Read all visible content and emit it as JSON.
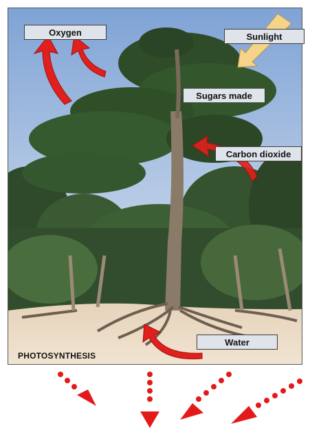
{
  "labels": {
    "oxygen": "Oxygen",
    "sunlight": "Sunlight",
    "sugars": "Sugars made",
    "co2": "Carbon dioxide",
    "water": "Water"
  },
  "caption": "PHOTOSYNTHESIS",
  "colors": {
    "arrow_red": "#e0201c",
    "sun_arrow": "#f5d48a",
    "label_bg": "#dfe3ea",
    "sky_top": "#8fb0dc",
    "sand": "#ead8c0"
  }
}
